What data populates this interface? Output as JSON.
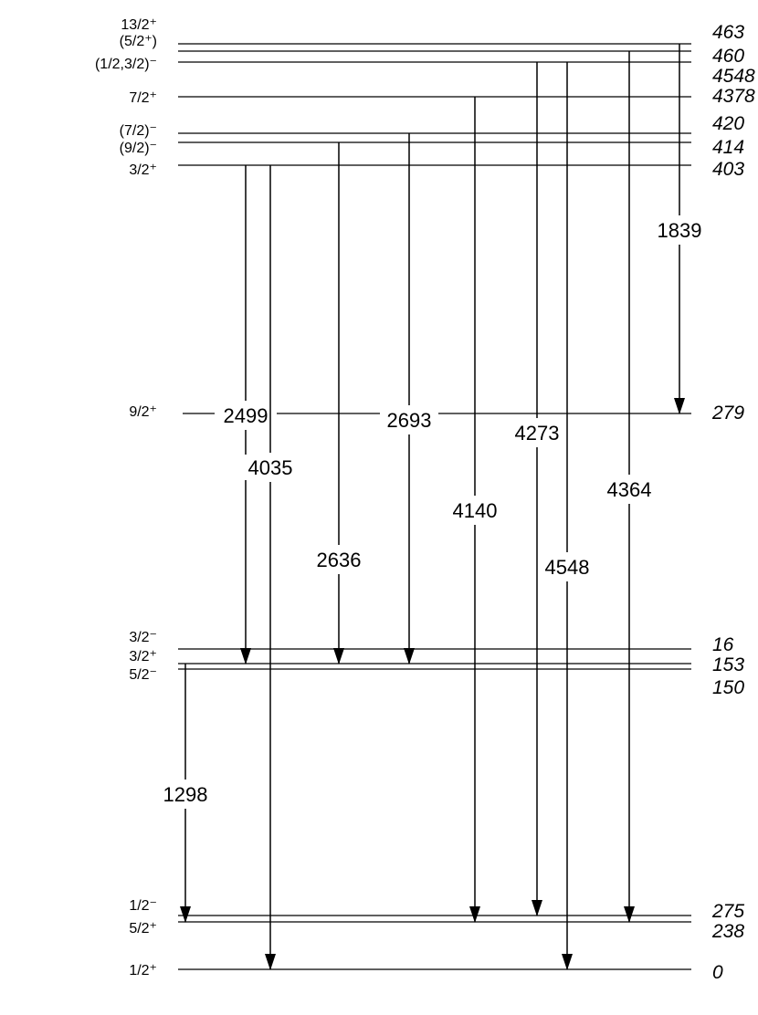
{
  "levels": [
    {
      "id": "L4631",
      "spin": "13/2⁺",
      "energy": "463"
    },
    {
      "id": "L4600",
      "spin": "(5/2⁺)",
      "energy": "460"
    },
    {
      "id": "L4548",
      "spin": "(1/2,3/2)⁻",
      "energy": "4548"
    },
    {
      "id": "L4378",
      "spin": "7/2⁺",
      "energy": "4378"
    },
    {
      "id": "L4205",
      "spin": "(7/2)⁻",
      "energy": "420"
    },
    {
      "id": "L4144",
      "spin": "(9/2)⁻",
      "energy": "414"
    },
    {
      "id": "L4035",
      "spin": "3/2⁺",
      "energy": "403"
    },
    {
      "id": "L2792",
      "spin": "9/2⁺",
      "energy": "279"
    },
    {
      "id": "L1610",
      "spin": "3/2⁻",
      "energy": "16"
    },
    {
      "id": "L1535",
      "spin": "3/2⁺",
      "energy": "153"
    },
    {
      "id": "L1508",
      "spin": "5/2⁻",
      "energy": "150"
    },
    {
      "id": "L275",
      "spin": "1/2⁻",
      "energy": "275"
    },
    {
      "id": "L238",
      "spin": "5/2⁺",
      "energy": "238"
    },
    {
      "id": "L0",
      "spin": "1/2⁺",
      "energy": "0"
    }
  ],
  "transitions": [
    {
      "label": "1839",
      "from": "L4631",
      "to": "L2792"
    },
    {
      "label": "2499",
      "from": "L4035",
      "to": "L1535"
    },
    {
      "label": "4035",
      "from": "L4035",
      "to": "L0"
    },
    {
      "label": "2636",
      "from": "L4144",
      "to": "L1535"
    },
    {
      "label": "2693",
      "from": "L4205",
      "to": "L1535"
    },
    {
      "label": "4140",
      "from": "L4378",
      "to": "L238"
    },
    {
      "label": "4273",
      "from": "L4548",
      "to": "L275"
    },
    {
      "label": "4548",
      "from": "L4548",
      "to": "L0"
    },
    {
      "label": "4364",
      "from": "L4600",
      "to": "L238"
    },
    {
      "label": "1298",
      "from": "L1535",
      "to": "L238"
    }
  ]
}
